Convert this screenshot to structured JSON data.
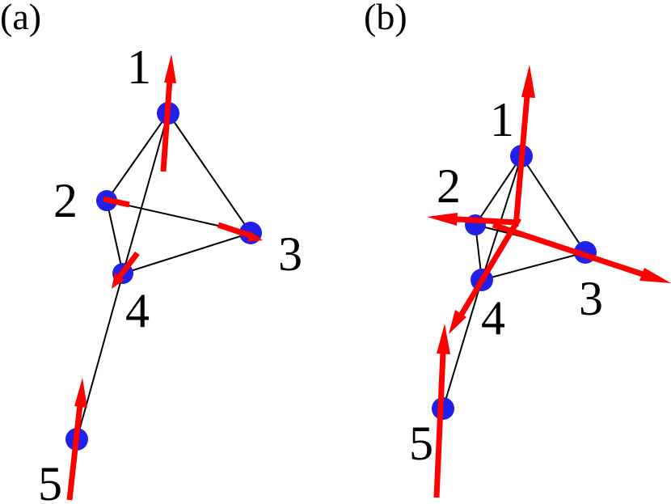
{
  "colors": {
    "atom": "#2020e8",
    "arrow": "#ff0000",
    "bond": "#000000",
    "background": "#ffffff"
  },
  "panels": [
    {
      "id": "a",
      "label": "(a)",
      "node_labels": [
        "1",
        "2",
        "3",
        "4",
        "5"
      ]
    },
    {
      "id": "b",
      "label": "(b)",
      "node_labels": [
        "1",
        "2",
        "3",
        "4",
        "5"
      ]
    }
  ]
}
